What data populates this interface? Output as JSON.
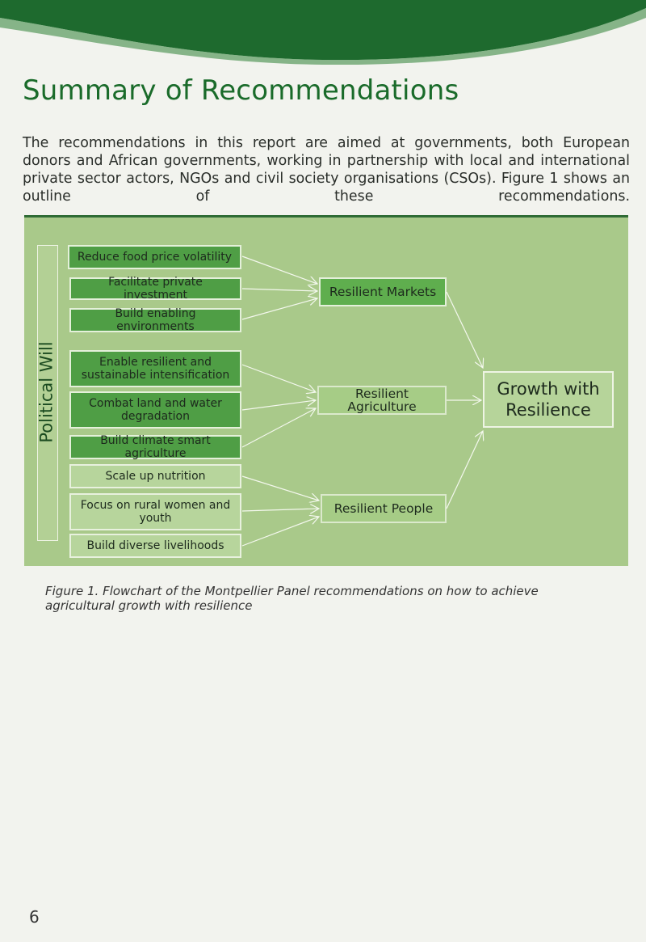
{
  "page": {
    "title": "Summary of Recommendations",
    "intro": "The recommendations in this report are aimed at governments, both European donors and African governments, working in partnership with local and international private sector actors, NGOs and civil society organisations (CSOs). Figure 1 shows an outline of these recommendations.",
    "caption": "Figure 1. Flowchart of the Montpellier Panel recommendations on how to achieve agricultural growth with resilience",
    "page_number": "6"
  },
  "diagram": {
    "side_label": "Political Will",
    "recommendations": [
      "Reduce food price volatility",
      "Facilitate private investment",
      "Build enabling environments",
      "Enable resilient and sustainable intensification",
      "Combat land and water degradation",
      "Build climate smart agriculture",
      "Scale up nutrition",
      "Focus on rural women and youth",
      "Build diverse livelihoods"
    ],
    "pillars": [
      "Resilient Markets",
      "Resilient Agriculture",
      "Resilient People"
    ],
    "outcome": "Growth with Resilience"
  },
  "colors": {
    "title": "#1a6b2a",
    "figure_background": "#a9c98a",
    "dark_box": "#4f9e45",
    "light_box": "#b7d59c"
  }
}
